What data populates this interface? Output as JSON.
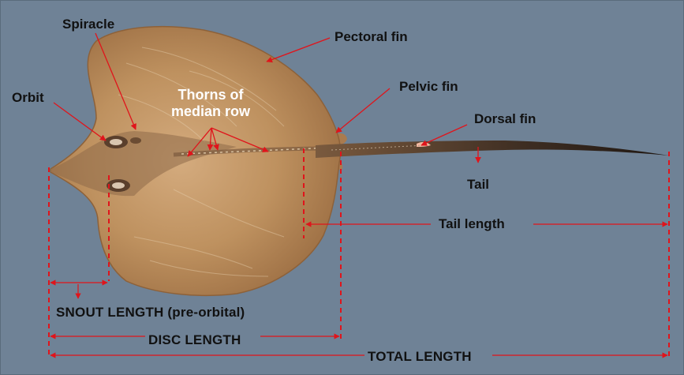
{
  "labels": {
    "spiracle": "Spiracle",
    "pectoral_fin": "Pectoral fin",
    "orbit": "Orbit",
    "thorns_line1": "Thorns of",
    "thorns_line2": "median row",
    "pelvic_fin": "Pelvic fin",
    "dorsal_fin": "Dorsal fin",
    "tail": "Tail",
    "tail_length": "Tail length",
    "snout_length": "SNOUT LENGTH (pre-orbital)",
    "disc_length": "DISC LENGTH",
    "total_length": "TOTAL LENGTH"
  },
  "colors": {
    "background": "#6f8296",
    "guide_lines": "#e0141b",
    "callout_arrows": "#e0141b",
    "body": "#b8875a",
    "tail": "#3b2c22"
  }
}
